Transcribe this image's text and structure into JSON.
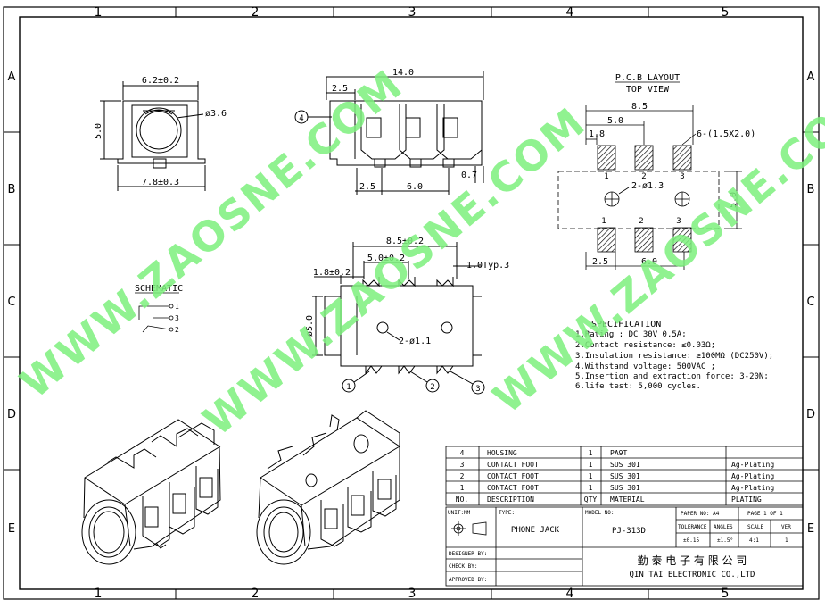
{
  "frame": {
    "columns": [
      "1",
      "2",
      "3",
      "4",
      "5"
    ],
    "rows": [
      "A",
      "B",
      "C",
      "D",
      "E"
    ]
  },
  "watermark": "WWW.ZAOSNE.COM",
  "front_view": {
    "dim_top": "6.2±0.2",
    "dim_left": "5.0",
    "dim_bottom": "7.8±0.3",
    "dim_hole": "ø3.6"
  },
  "side_view": {
    "dim_total": "14.0",
    "dim_a": "2.5",
    "dim_b": "2.5",
    "dim_c": "6.0",
    "dim_d": "0.7",
    "callout": "4"
  },
  "top_view": {
    "dim_span": "8.5±0.2",
    "dim_pitch": "5.0±0.2",
    "dim_first": "1.8±0.2",
    "dim_typ": "1.0Typ.3",
    "dim_dia": "ø5.0",
    "dim_holes": "2-ø1.1",
    "callouts": [
      "1",
      "2",
      "3"
    ]
  },
  "pcb": {
    "title": "P.C.B LAYOUT",
    "subtitle": "TOP VIEW",
    "dim_span": "8.5",
    "dim_pitch": "5.0",
    "dim_first": "1.8",
    "dim_pads": "6-(1.5X2.0)",
    "dim_holes": "2-ø1.3",
    "dim_height": "5.0",
    "dim_b1": "2.5",
    "dim_b2": "6.0",
    "pad_numbers_top": [
      "1",
      "2",
      "3"
    ],
    "pad_numbers_bottom": [
      "1",
      "2",
      "3"
    ]
  },
  "schematic": {
    "title": "SCHEMATIC",
    "pins": [
      "1",
      "3",
      "2"
    ]
  },
  "specification": {
    "title": "SPECIFICATION",
    "lines": [
      "1.Rating : DC 30V 0.5A;",
      "2.Contact resistance: ≤0.03Ω;",
      "3.Insulation resistance: ≥100MΩ (DC250V);",
      "4.Withstand voltage: 500VAC ;",
      "5.Insertion and extraction force: 3-20N;",
      "6.life test: 5,000 cycles."
    ]
  },
  "bom": {
    "rows": [
      {
        "no": "4",
        "desc": "HOUSING",
        "qty": "1",
        "material": "PA9T",
        "plating": ""
      },
      {
        "no": "3",
        "desc": "CONTACT FOOT",
        "qty": "1",
        "material": "SUS 301",
        "plating": "Ag-Plating"
      },
      {
        "no": "2",
        "desc": "CONTACT FOOT",
        "qty": "1",
        "material": "SUS 301",
        "plating": "Ag-Plating"
      },
      {
        "no": "1",
        "desc": "CONTACT FOOT",
        "qty": "1",
        "material": "SUS 301",
        "plating": "Ag-Plating"
      }
    ],
    "header": {
      "no": "NO.",
      "desc": "DESCRIPTION",
      "qty": "QTY",
      "material": "MATERIAL",
      "plating": "PLATING"
    }
  },
  "title_block": {
    "unit_label": "UNIT:MM",
    "type_label": "TYPE:",
    "type_value": "PHONE JACK",
    "model_label": "MODEL NO:",
    "model_value": "PJ-313D",
    "paper_label": "PAPER NO: A4",
    "page_label": "PAGE 1 OF 1",
    "tolerance_label": "TOLERANCE",
    "angles_label": "ANGLES",
    "scale_label": "SCALE",
    "ver_label": "VER",
    "tolerance_value": "±0.15",
    "angles_value": "±1.5°",
    "scale_value": "4:1",
    "ver_value": "1",
    "designer_label": "DESIGNER BY:",
    "check_label": "CHECK    BY:",
    "approved_label": "APPROVED BY:",
    "company_cn": "勤 泰 电 子 有 限 公 司",
    "company_en": "QIN TAI ELECTRONIC CO.,LTD"
  }
}
